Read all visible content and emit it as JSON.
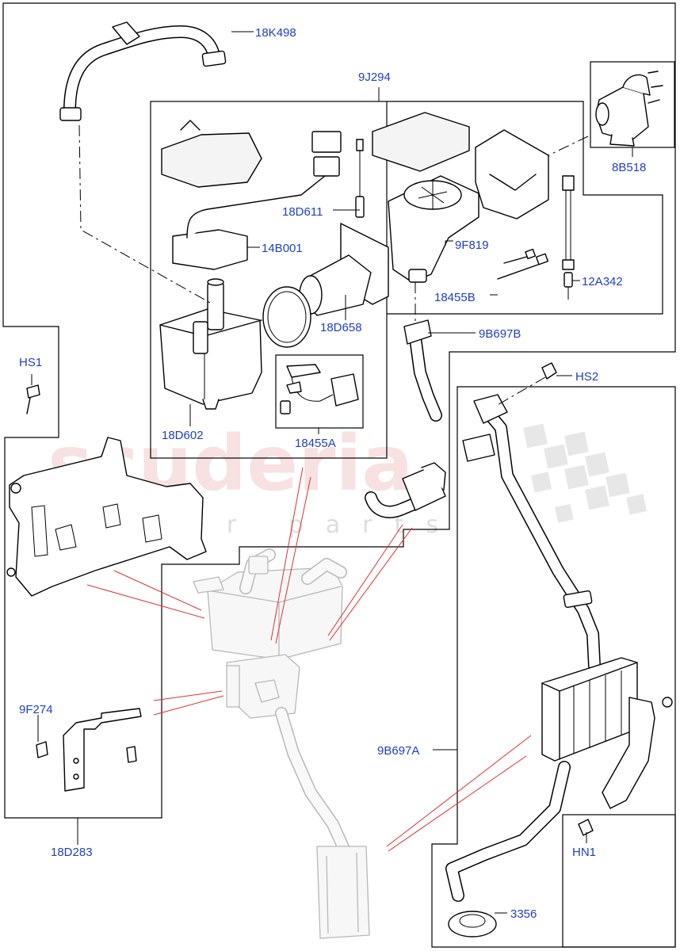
{
  "watermark": {
    "brand": "scuderia",
    "sub": "car parts",
    "colors": {
      "brand": "#f3c9c9",
      "sub": "#cfcfcf"
    }
  },
  "colors": {
    "label": "#1f3fc7",
    "leader": "#000000",
    "pointer": "#e23030",
    "ghost": "#b8b8b8"
  },
  "callouts": {
    "c18K498": "18K498",
    "c9J294": "9J294",
    "c8B518": "8B518",
    "c18D611": "18D611",
    "c14B001": "14B001",
    "c9F819": "9F819",
    "c12A342": "12A342",
    "c18455B": "18455B",
    "c18D658": "18D658",
    "c9B697B": "9B697B",
    "cHS1": "HS1",
    "cHS2": "HS2",
    "c18D602": "18D602",
    "c18455A": "18455A",
    "c9F274": "9F274",
    "c9B697A": "9B697A",
    "c18D283": "18D283",
    "cHN1": "HN1",
    "c3356": "3356"
  }
}
